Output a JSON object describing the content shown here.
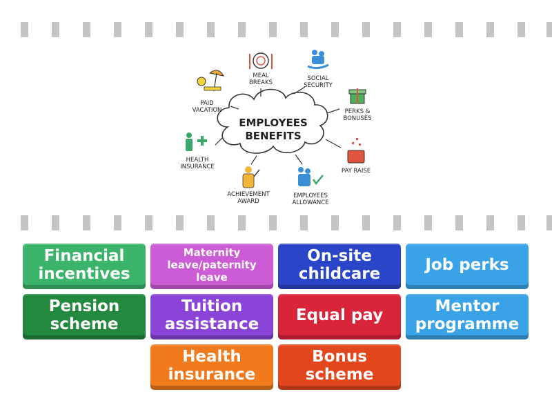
{
  "diagram": {
    "title_line1": "EMPLOYEES",
    "title_line2": "BENEFITS",
    "items": [
      {
        "line1": "MEAL",
        "line2": "BREAKS"
      },
      {
        "line1": "SOCIAL",
        "line2": "SECURITY"
      },
      {
        "line1": "PAID",
        "line2": "VACATION"
      },
      {
        "line1": "PERKS &",
        "line2": "BONUSES"
      },
      {
        "line1": "HEALTH",
        "line2": "INSURANCE"
      },
      {
        "line1": "PAY RAISE",
        "line2": ""
      },
      {
        "line1": "ACHIEVEMENT",
        "line2": "AWARD"
      },
      {
        "line1": "EMPLOYEES",
        "line2": "ALLOWANCE"
      }
    ]
  },
  "tiles": [
    {
      "label": "Financial incentives",
      "color": "#3bb36a"
    },
    {
      "label": "Maternity leave/paternity leave",
      "color": "#cc5bd6"
    },
    {
      "label": "On-site childcare",
      "color": "#2b45c9"
    },
    {
      "label": "Job perks",
      "color": "#3aa2e6"
    },
    {
      "label": "Pension scheme",
      "color": "#23893f"
    },
    {
      "label": "Tuition assistance",
      "color": "#8a45d8"
    },
    {
      "label": "Equal pay",
      "color": "#d8253a"
    },
    {
      "label": "Mentor programme",
      "color": "#3aa2e6"
    },
    {
      "label": "Health insurance",
      "color": "#f07a1c"
    },
    {
      "label": "Bonus scheme",
      "color": "#e2461d"
    }
  ]
}
